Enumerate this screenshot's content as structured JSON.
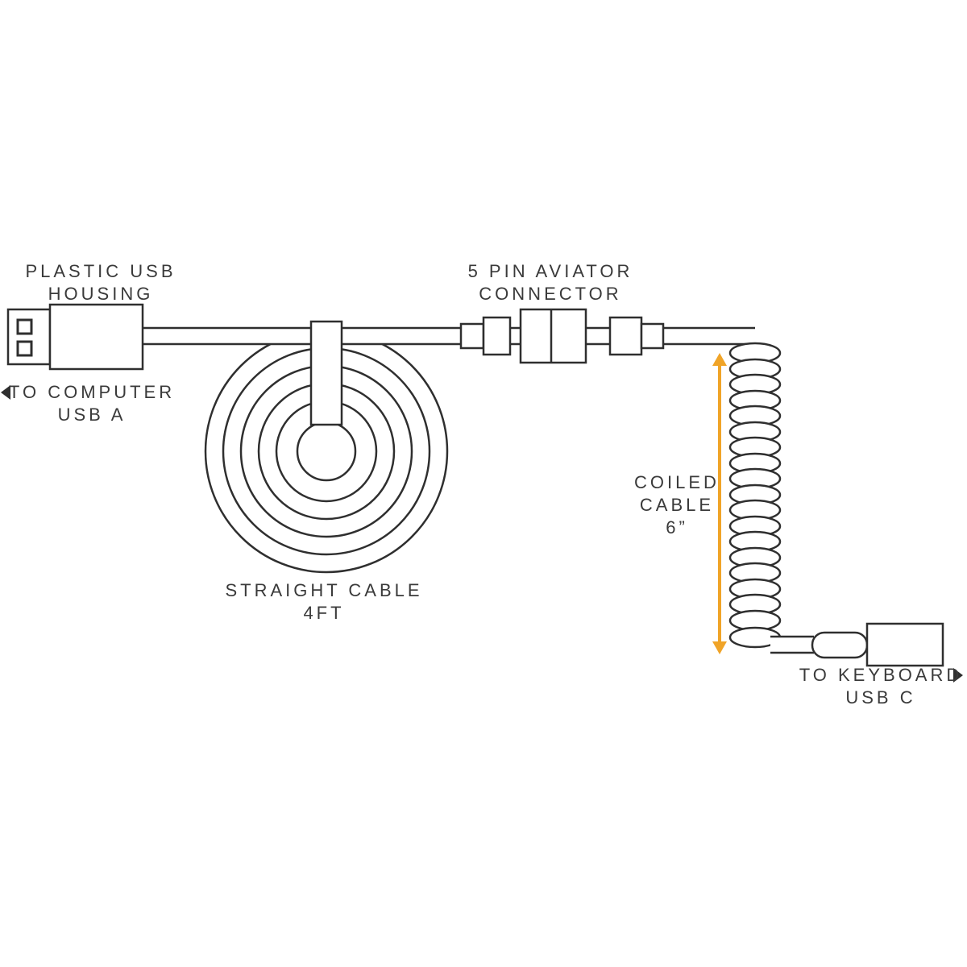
{
  "diagram": {
    "title_hint": "keyboard cable diagram",
    "colors": {
      "line": "#2f2f2f",
      "text": "#3a3a3a",
      "accent": "#F0A428"
    },
    "labels": {
      "usb_housing": {
        "line1": "PLASTIC USB",
        "line2": "HOUSING"
      },
      "to_computer": {
        "line1": "TO COMPUTER",
        "line2": "USB A"
      },
      "aviator": {
        "line1": "5 PIN AVIATOR",
        "line2": "CONNECTOR"
      },
      "straight_cable": {
        "line1": "STRAIGHT CABLE",
        "line2": "4FT"
      },
      "coiled_cable": {
        "line1": "COILED",
        "line2": "CABLE",
        "line3": "6”"
      },
      "to_keyboard": {
        "line1": "TO KEYBOARD",
        "line2": "USB C"
      }
    }
  }
}
